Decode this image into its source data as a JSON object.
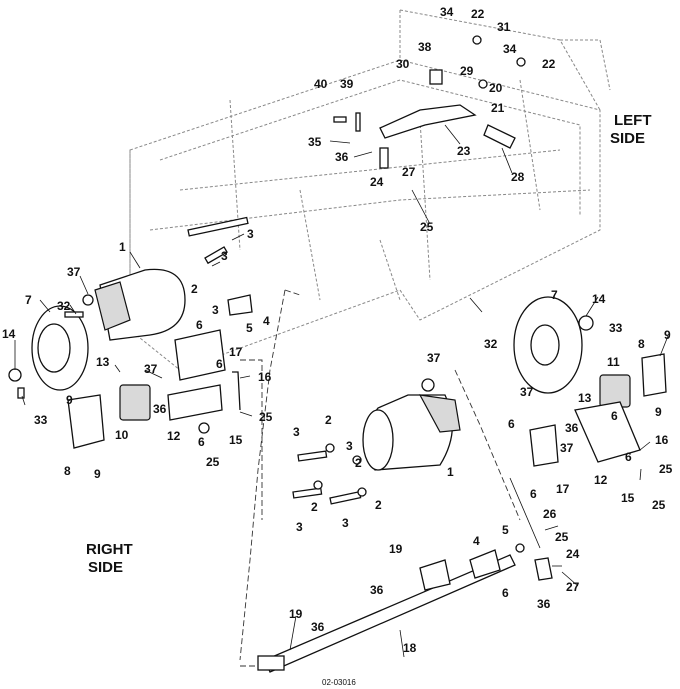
{
  "labels": {
    "left_side": [
      "LEFT",
      "SIDE"
    ],
    "right_side": [
      "RIGHT",
      "SIDE"
    ],
    "figure_code": "02-03016"
  },
  "callouts": {
    "c1a": "1",
    "c1b": "1",
    "c2a": "2",
    "c2b": "2",
    "c2c": "2",
    "c2d": "2",
    "c2e": "2",
    "c3a": "3",
    "c3b": "3",
    "c3c": "3",
    "c3d": "3",
    "c3e": "3",
    "c3f": "3",
    "c4a": "4",
    "c4b": "4",
    "c5a": "5",
    "c5b": "5",
    "c6a": "6",
    "c6b": "6",
    "c6c": "6",
    "c6d": "6",
    "c6e": "6",
    "c6f": "6",
    "c6g": "6",
    "c7a": "7",
    "c7b": "7",
    "c8a": "8",
    "c8b": "8",
    "c9a": "9",
    "c9b": "9",
    "c9c": "9",
    "c9d": "9",
    "c10": "10",
    "c11": "11",
    "c12a": "12",
    "c12b": "12",
    "c13a": "13",
    "c13b": "13",
    "c14a": "14",
    "c14b": "14",
    "c15a": "15",
    "c15b": "15",
    "c16a": "16",
    "c16b": "16",
    "c17a": "17",
    "c17b": "17",
    "c18": "18",
    "c19a": "19",
    "c19b": "19",
    "c20": "20",
    "c21": "21",
    "c22a": "22",
    "c22b": "22",
    "c23": "23",
    "c24a": "24",
    "c24b": "24",
    "c25a": "25",
    "c25b": "25",
    "c25c": "25",
    "c25d": "25",
    "c25e": "25",
    "c25f": "25",
    "c26": "26",
    "c27a": "27",
    "c27b": "27",
    "c28": "28",
    "c29": "29",
    "c30": "30",
    "c31": "31",
    "c32a": "32",
    "c32b": "32",
    "c33a": "33",
    "c33b": "33",
    "c34a": "34",
    "c34b": "34",
    "c35": "35",
    "c36a": "36",
    "c36b": "36",
    "c36c": "36",
    "c36d": "36",
    "c36e": "36",
    "c36f": "36",
    "c37a": "37",
    "c37b": "37",
    "c37c": "37",
    "c37d": "37",
    "c37e": "37",
    "c38": "38",
    "c39": "39",
    "c40": "40"
  }
}
